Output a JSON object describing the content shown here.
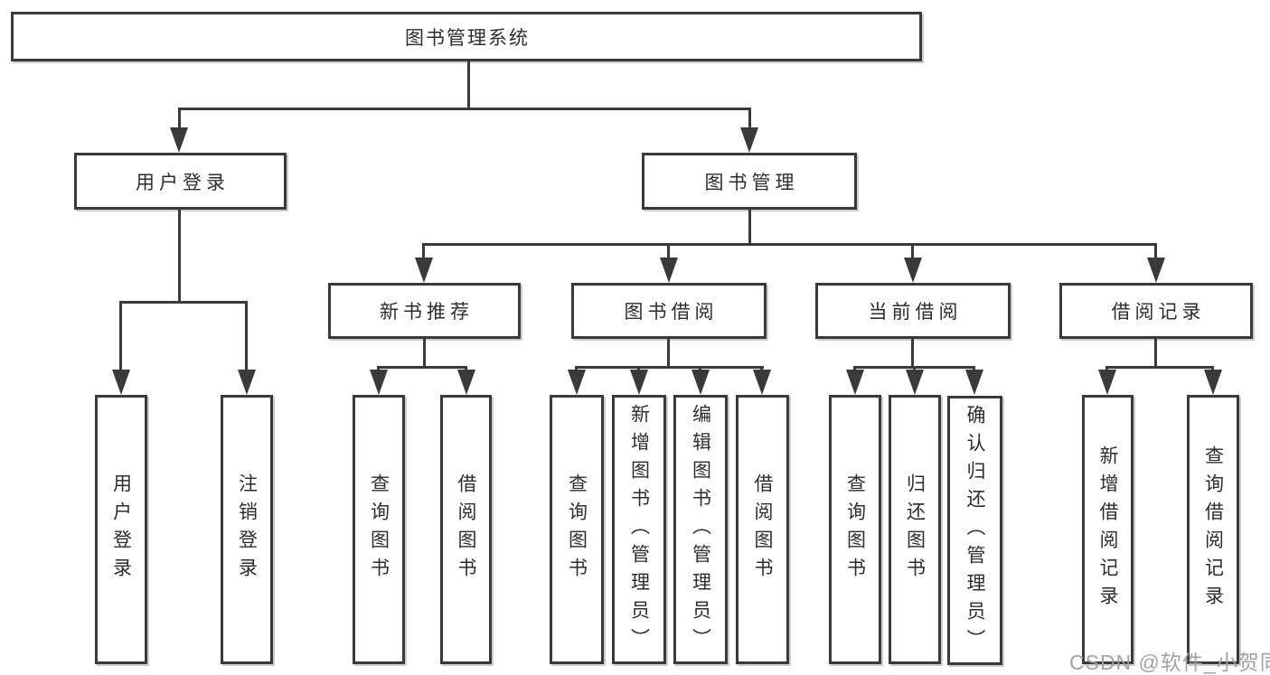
{
  "watermark": "CSDN @软件_小贺同学",
  "colors": {
    "line": "#3a3a3a",
    "text": "#2d2d2d",
    "watermark": "#9e9e9e"
  },
  "tree": {
    "root": "图书管理系统",
    "user_login": {
      "label": "用户登录",
      "children": [
        "用户登录",
        "注销登录"
      ]
    },
    "book_mgmt": {
      "label": "图书管理",
      "groups": [
        {
          "label": "新书推荐",
          "children": [
            "查询图书",
            "借阅图书"
          ]
        },
        {
          "label": "图书借阅",
          "children": [
            "查询图书",
            "新增图书（管理员）",
            "编辑图书（管理员）",
            "借阅图书"
          ]
        },
        {
          "label": "当前借阅",
          "children": [
            "查询图书",
            "归还图书",
            "确认归还（管理员）"
          ]
        },
        {
          "label": "借阅记录",
          "children": [
            "新增借阅记录",
            "查询借阅记录"
          ]
        }
      ]
    }
  }
}
